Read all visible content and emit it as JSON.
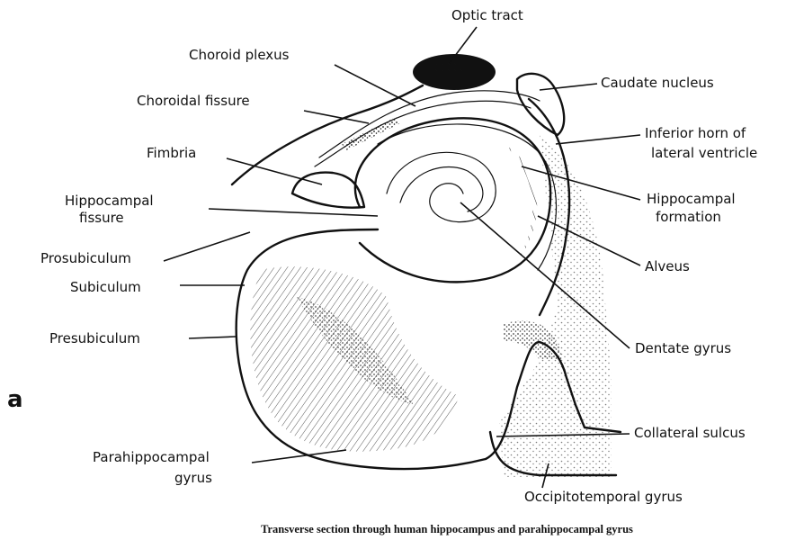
{
  "panel_letter": "a",
  "caption": "Transverse section through human hippocampus and parahippocampal gyrus",
  "labels": {
    "optic_tract": "Optic tract",
    "choroid_plexus": "Choroid plexus",
    "caudate_nucleus": "Caudate nucleus",
    "choroidal_fissure": "Choroidal fissure",
    "inferior_horn_1": "Inferior horn of",
    "inferior_horn_2": "lateral ventricle",
    "fimbria": "Fimbria",
    "hippocampal_formation_1": "Hippocampal",
    "hippocampal_formation_2": "formation",
    "hippocampal_fissure_1": "Hippocampal",
    "hippocampal_fissure_2": "fissure",
    "prosubiculum": "Prosubiculum",
    "alveus": "Alveus",
    "subiculum": "Subiculum",
    "presubiculum": "Presubiculum",
    "dentate_gyrus": "Dentate gyrus",
    "collateral_sulcus": "Collateral sulcus",
    "parahippocampal_gyrus_1": "Parahippocampal",
    "parahippocampal_gyrus_2": "gyrus",
    "occipitotemporal_gyrus": "Occipitotemporal gyrus"
  }
}
